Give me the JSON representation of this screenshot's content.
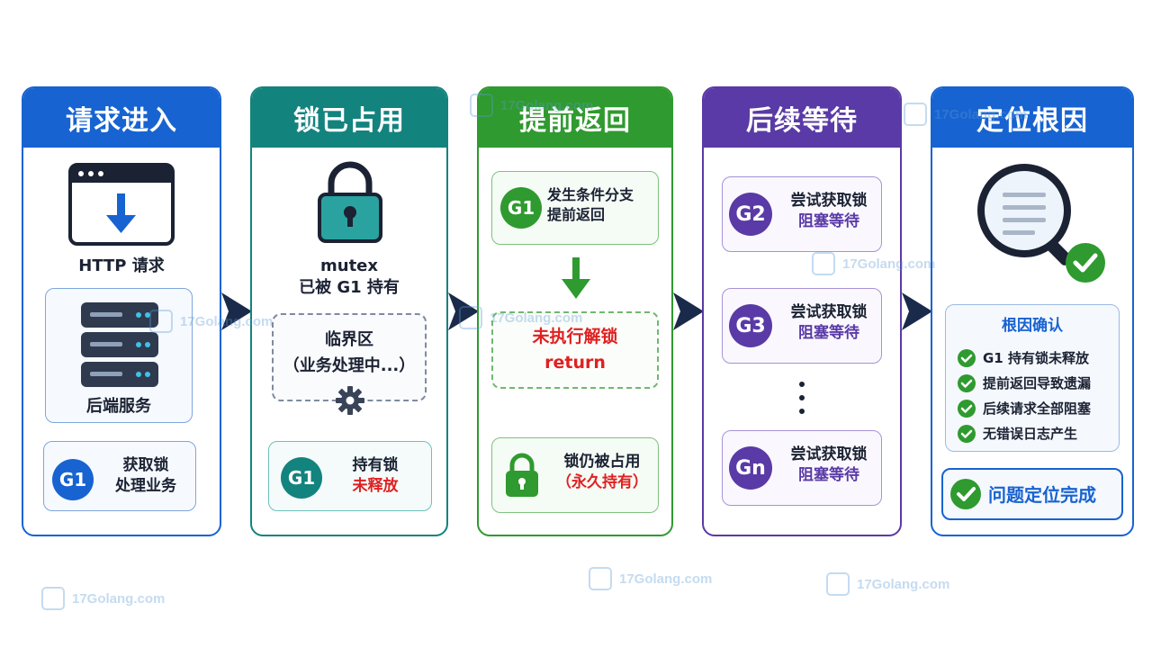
{
  "panels": {
    "p1": {
      "title": "请求进入",
      "color": "#1763d1",
      "http_label": "HTTP 请求",
      "backend_label": "后端服务",
      "badge": "G1",
      "badge_line1": "获取锁",
      "badge_line2": "处理业务"
    },
    "p2": {
      "title": "锁已占用",
      "color": "#13837e",
      "mutex_line1": "mutex",
      "mutex_line2": "已被 G1 持有",
      "critical_line1": "临界区",
      "critical_line2": "（业务处理中...）",
      "badge": "G1",
      "badge_line1": "持有锁",
      "badge_line2": "未释放"
    },
    "p3": {
      "title": "提前返回",
      "color": "#2f9a2f",
      "badge": "G1",
      "badge_line1": "发生条件分支",
      "badge_line2": "提前返回",
      "warn_line1": "未执行解锁",
      "warn_line2": "return",
      "lock_line1": "锁仍被占用",
      "lock_line2": "（永久持有）"
    },
    "p4": {
      "title": "后续等待",
      "color": "#5a3aa6",
      "rows": [
        {
          "badge": "G2",
          "line1": "尝试获取锁",
          "line2": "阻塞等待"
        },
        {
          "badge": "G3",
          "line1": "尝试获取锁",
          "line2": "阻塞等待"
        },
        {
          "badge": "Gn",
          "line1": "尝试获取锁",
          "line2": "阻塞等待"
        }
      ]
    },
    "p5": {
      "title": "定位根因",
      "color": "#1763d1",
      "confirm_title": "根因确认",
      "checks": [
        "G1 持有锁未释放",
        "提前返回导致遗漏",
        "后续请求全部阻塞",
        "无错误日志产生"
      ],
      "done_label": "问题定位完成"
    }
  },
  "watermark": {
    "text": "17Golang.com"
  }
}
